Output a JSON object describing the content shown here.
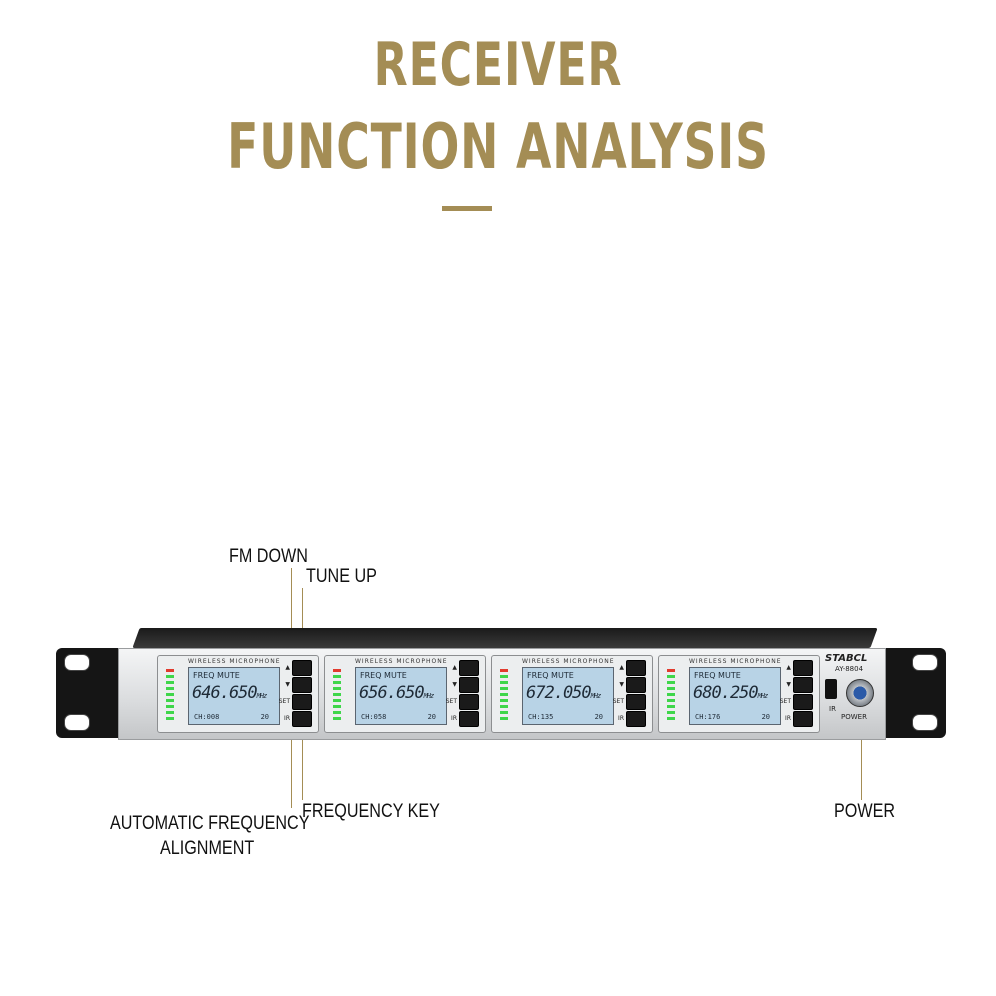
{
  "title": {
    "line1": "RECEIVER",
    "line2": "FUNCTION ANALYSIS"
  },
  "callouts": {
    "fm_down": "FM DOWN",
    "tune_up": "TUNE UP",
    "auto_freq_line1": "AUTOMATIC FREQUENCY",
    "auto_freq_line2": "ALIGNMENT",
    "frequency_key": "FREQUENCY KEY",
    "power": "POWER"
  },
  "device": {
    "brand": "STABCL",
    "model": "AY-8804",
    "channel_header": "WIRELESS MICROPHONE",
    "lcd_top": "FREQ  MUTE",
    "unit": "MHz",
    "button_labels": [
      "▲",
      "▼",
      "SET",
      "IR"
    ],
    "ir_label": "IR",
    "power_label": "POWER",
    "channels": [
      {
        "freq": "646.650",
        "ch": "CH:008",
        "num": "20"
      },
      {
        "freq": "656.650",
        "ch": "CH:058",
        "num": "20"
      },
      {
        "freq": "672.050",
        "ch": "CH:135",
        "num": "20"
      },
      {
        "freq": "680.250",
        "ch": "CH:176",
        "num": "20"
      }
    ]
  },
  "colors": {
    "accent": "#a48d55",
    "lcd": "#b8d3e6",
    "meter": "#3fd64a"
  }
}
